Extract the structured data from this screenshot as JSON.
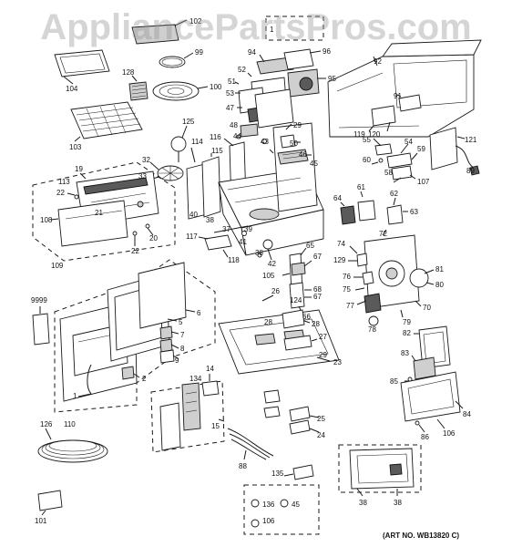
{
  "watermark": "AppliancePartsPros.com",
  "art_number": "(ART NO. WB13820 C)",
  "callouts": {
    "c102": "102",
    "c1a": "1",
    "c99": "99",
    "c104": "104",
    "c94": "94",
    "c96": "96",
    "c92": "92",
    "c52": "52",
    "c95": "95",
    "c128": "128",
    "c100": "100",
    "c51": "51",
    "c91": "91",
    "c53": "53",
    "c47": "47",
    "c103": "103",
    "c48": "48",
    "c44": "44",
    "c125": "125",
    "c29a": "29",
    "c119": "119",
    "c120": "120",
    "c121": "121",
    "c43": "43",
    "c50": "50",
    "c55": "55",
    "c54": "54",
    "c114": "114",
    "c116": "116",
    "c46": "46",
    "c59": "59",
    "c60": "60",
    "c32": "32",
    "c115": "115",
    "c45a": "45",
    "c58": "58",
    "c107": "107",
    "c89": "89",
    "c33": "33",
    "c19": "19",
    "c113": "113",
    "c22a": "22",
    "c61": "61",
    "c62": "62",
    "c64": "64",
    "c21": "21",
    "c63": "63",
    "c40": "40",
    "c38a": "38",
    "c108": "108",
    "c37": "37",
    "c39": "39",
    "c20": "20",
    "c22b": "22",
    "c117": "117",
    "c72": "72",
    "c74": "74",
    "c41": "41",
    "c65": "65",
    "c129": "129",
    "c118": "118",
    "c38b": "38",
    "c67": "67",
    "c42": "42",
    "c109": "109",
    "c81": "81",
    "c105": "105",
    "c76": "76",
    "c80": "80",
    "c75": "75",
    "c26": "26",
    "c68": "68",
    "c9999": "9999",
    "c124": "124",
    "c67b": "67",
    "c77": "77",
    "c70": "70",
    "c66": "66",
    "c6": "6",
    "c5": "5",
    "c28a": "28",
    "c79": "79",
    "c7": "7",
    "c28b": "28",
    "c78": "78",
    "c8": "8",
    "c9": "9",
    "c27": "27",
    "c82": "82",
    "c29b": "29",
    "c2": "2",
    "c23": "23",
    "c83": "83",
    "c14": "14",
    "c85": "85",
    "c1b": "1",
    "c134": "134",
    "c84": "84",
    "c110": "110",
    "c126": "126",
    "c15": "15",
    "c25": "25",
    "c24": "24",
    "c86": "86",
    "c106a": "106",
    "c88": "88",
    "c135": "135",
    "c136": "136",
    "c45b": "45",
    "c106b": "106",
    "c101": "101",
    "c38c": "38",
    "c38d": "38"
  }
}
